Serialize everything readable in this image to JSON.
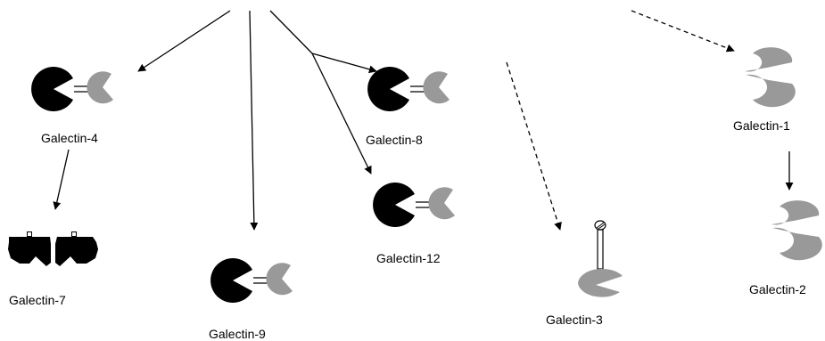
{
  "colors": {
    "background": "#ffffff",
    "dark_domain": "#000000",
    "light_domain": "#999999",
    "arrow": "#000000"
  },
  "labels": {
    "galectin_4": "Galectin-4",
    "galectin_8": "Galectin-8",
    "galectin_1": "Galectin-1",
    "galectin_12": "Galectin-12",
    "galectin_7": "Galectin-7",
    "galectin_9": "Galectin-9",
    "galectin_3": "Galectin-3",
    "galectin_2": "Galectin-2"
  },
  "arrow_styles": {
    "solid": "solid",
    "dashed": "dashed"
  }
}
